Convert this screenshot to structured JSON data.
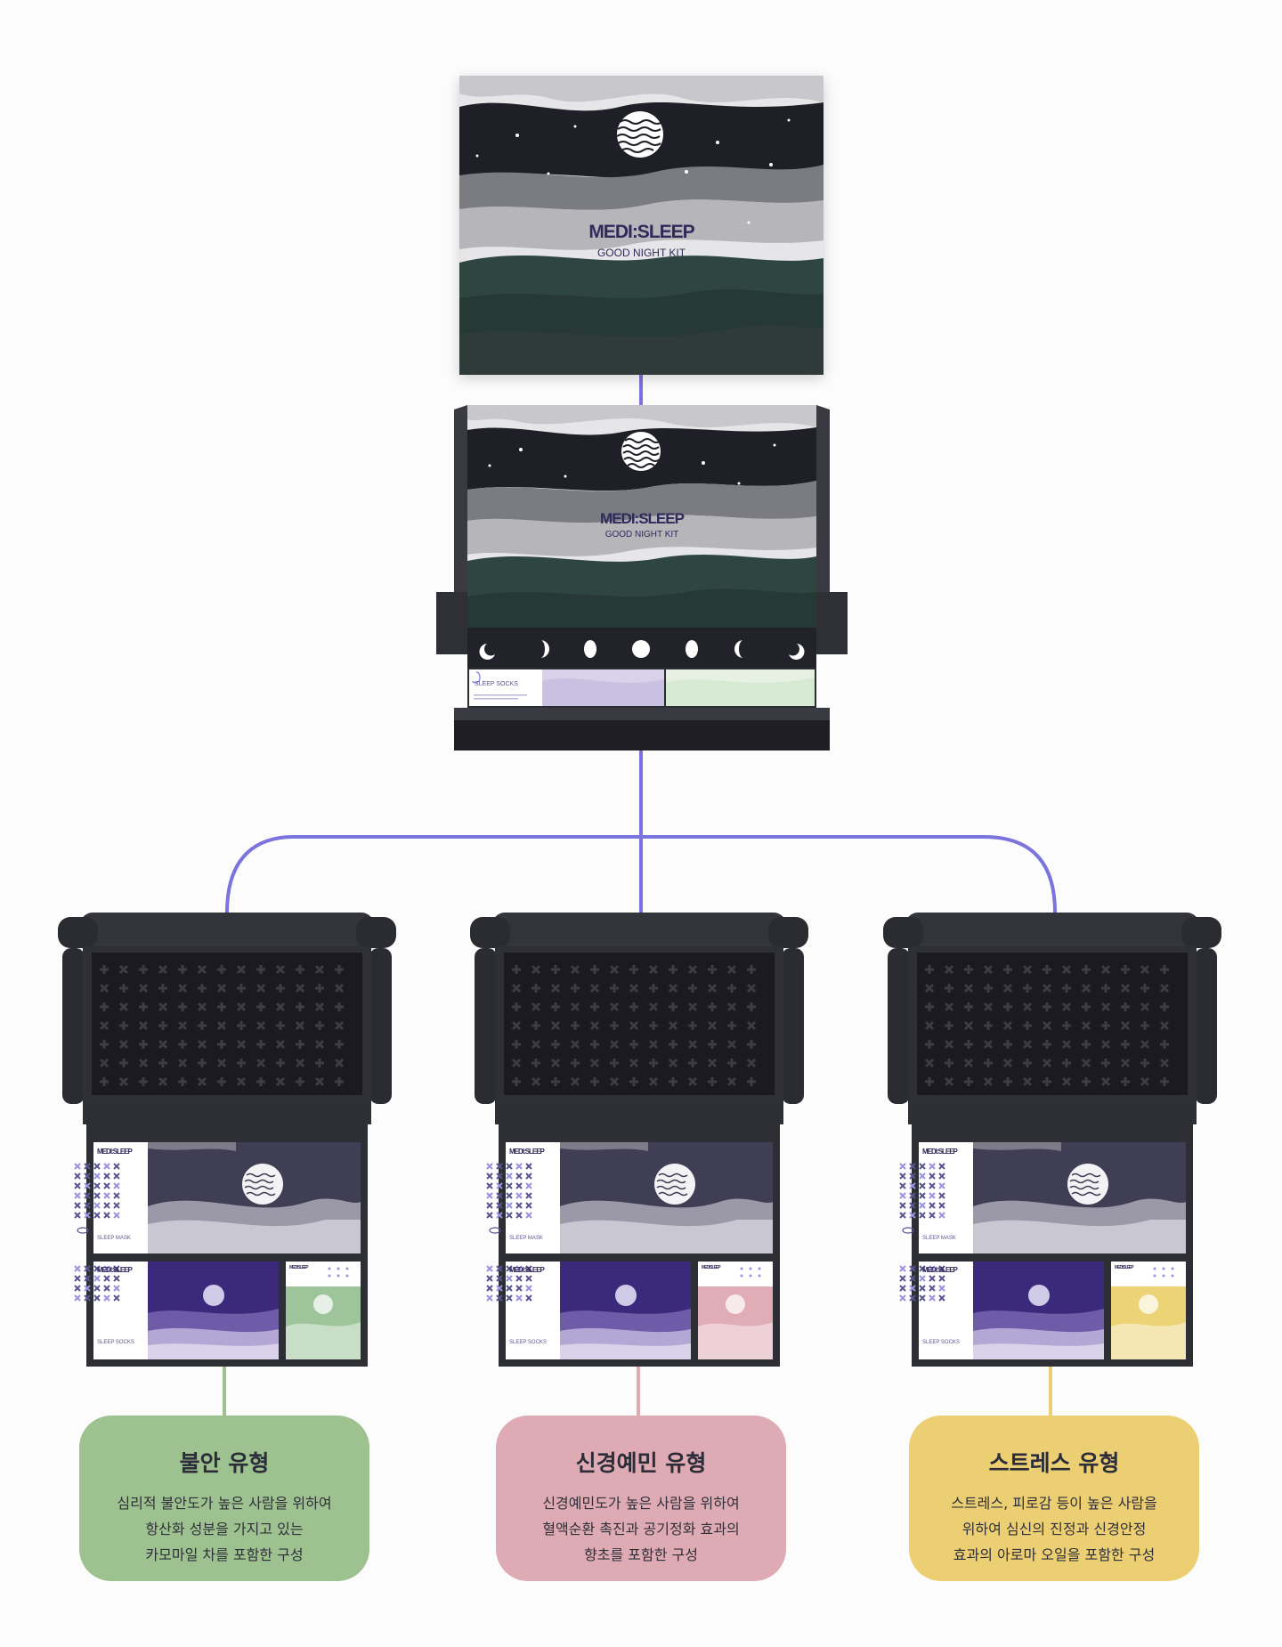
{
  "box": {
    "logo": "MEDI:SLEEP",
    "subtitle": "GOOD NIGHT KIT"
  },
  "open_box": {
    "logo": "MEDI:SLEEP",
    "subtitle": "GOOD NIGHT KIT",
    "socks_label": "SLEEP SOCKS"
  },
  "kits": [
    {
      "logo": "MEDI:SLEEP",
      "mask_label": "SLEEP MASK",
      "socks_label": "SLEEP SOCKS",
      "accent": "#9dc49a"
    },
    {
      "logo": "MEDI:SLEEP",
      "mask_label": "SLEEP MASK",
      "socks_label": "SLEEP SOCKS",
      "accent": "#e0acb6"
    },
    {
      "logo": "MEDI:SLEEP",
      "mask_label": "SLEEP MASK",
      "socks_label": "SLEEP SOCKS",
      "accent": "#ecd376"
    }
  ],
  "cards": [
    {
      "title": "불안 유형",
      "lines": [
        "심리적 불안도가 높은 사람을 위하여",
        "항산화 성분을 가지고 있는",
        "카모마일 차를 포함한 구성"
      ],
      "color": "#9dc18f"
    },
    {
      "title": "신경예민 유형",
      "lines": [
        "신경예민도가 높은 사람을 위하여",
        "혈액순환 촉진과 공기정화 효과의",
        "향초를 포함한 구성"
      ],
      "color": "#deabb4"
    },
    {
      "title": "스트레스 유형",
      "lines": [
        "스트레스, 피로감 등이 높은 사람을",
        "위하여 심신의 진정과 신경안정",
        "효과의 아로마 오일을 포함한 구성"
      ],
      "color": "#eccf73"
    }
  ],
  "colors": {
    "connector": "#7b74de",
    "box_dark": "#2b2b32",
    "night": "#1f1f27",
    "mountain_dark": "#2f4640"
  }
}
